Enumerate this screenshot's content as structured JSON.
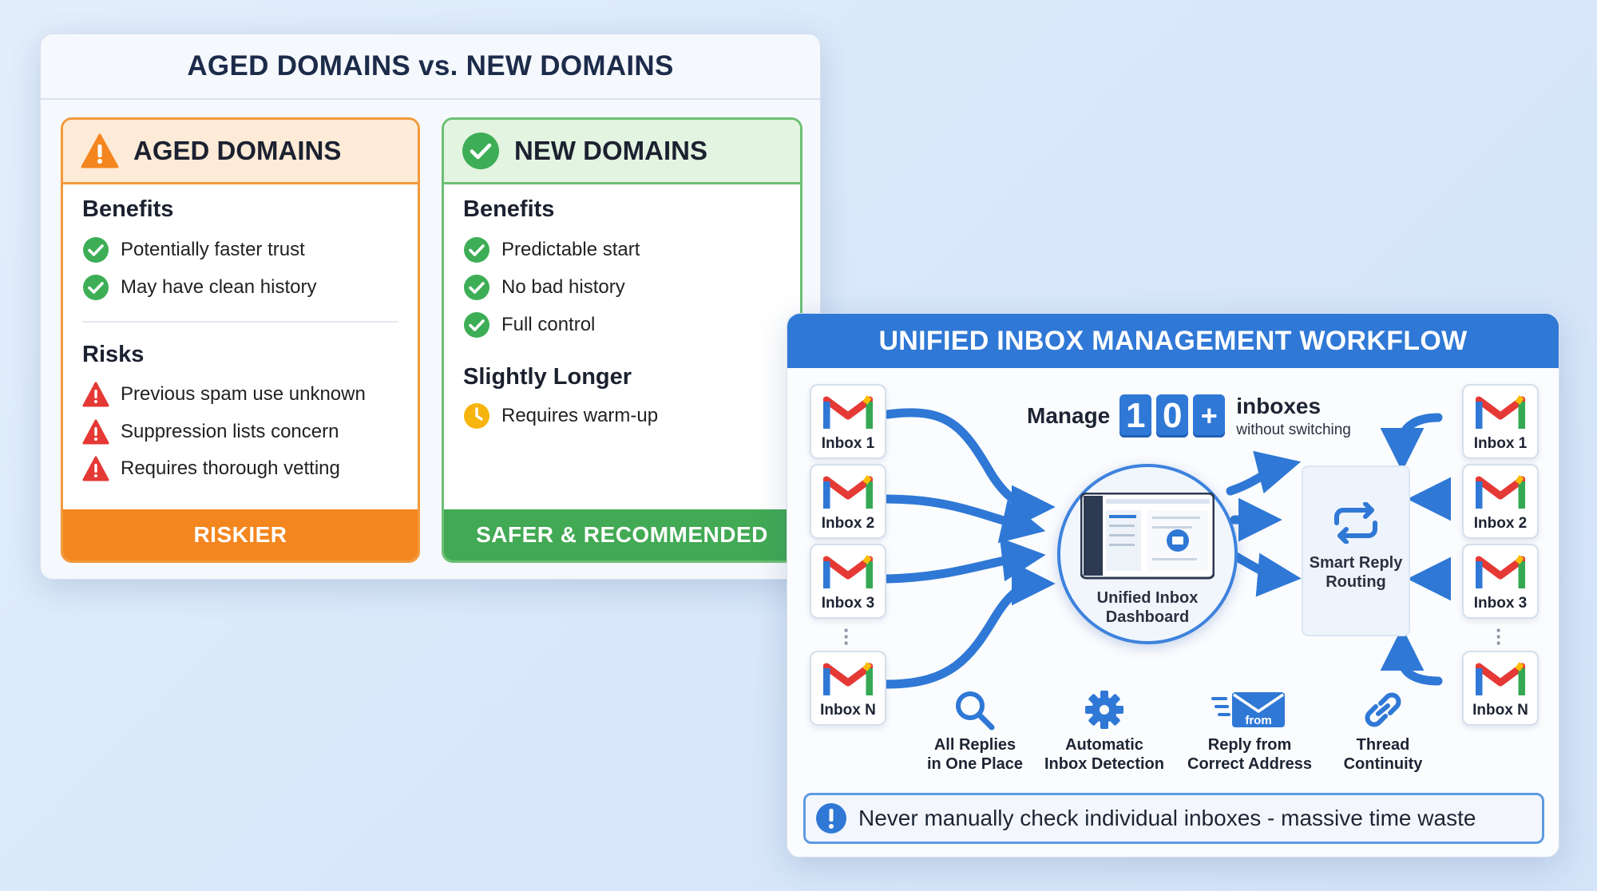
{
  "domains": {
    "title": "AGED DOMAINS vs. NEW DOMAINS",
    "aged": {
      "heading": "AGED DOMAINS",
      "benefits_title": "Benefits",
      "benefits": [
        "Potentially faster trust",
        "May have clean history"
      ],
      "risks_title": "Risks",
      "risks": [
        "Previous spam use unknown",
        "Suppression lists concern",
        "Requires thorough vetting"
      ],
      "footer": "RISKIER"
    },
    "new": {
      "heading": "NEW DOMAINS",
      "benefits_title": "Benefits",
      "benefits": [
        "Predictable start",
        "No bad history",
        "Full control"
      ],
      "caveat_title": "Slightly Longer",
      "caveats": [
        "Requires warm-up"
      ],
      "footer": "SAFER & RECOMMENDED"
    }
  },
  "workflow": {
    "title": "UNIFIED INBOX MANAGEMENT WORKFLOW",
    "left_inboxes": [
      "Inbox 1",
      "Inbox 2",
      "Inbox 3",
      "Inbox N"
    ],
    "right_inboxes": [
      "Inbox 1",
      "Inbox 2",
      "Inbox 3",
      "Inbox N"
    ],
    "manage": {
      "prefix": "Manage",
      "digits": [
        "1",
        "0",
        "+"
      ],
      "inboxes": "inboxes",
      "subtitle": "without switching"
    },
    "hub": {
      "line1": "Unified Inbox",
      "line2": "Dashboard"
    },
    "routing": {
      "line1": "Smart Reply",
      "line2": "Routing"
    },
    "features": [
      {
        "icon": "search-icon",
        "line1": "All Replies",
        "line2": "in One Place"
      },
      {
        "icon": "gear-icon",
        "line1": "Automatic",
        "line2": "Inbox Detection"
      },
      {
        "icon": "envelope-from-icon",
        "line1": "Reply from",
        "line2": "Correct Address",
        "badge": "from"
      },
      {
        "icon": "link-icon",
        "line1": "Thread",
        "line2": "Continuity"
      }
    ],
    "banner": "Never manually check individual inboxes - massive time waste"
  },
  "colors": {
    "orange": "#f4861f",
    "green": "#42a954",
    "blue": "#2f78d6",
    "red": "#e53935",
    "amber": "#f6b40e"
  }
}
